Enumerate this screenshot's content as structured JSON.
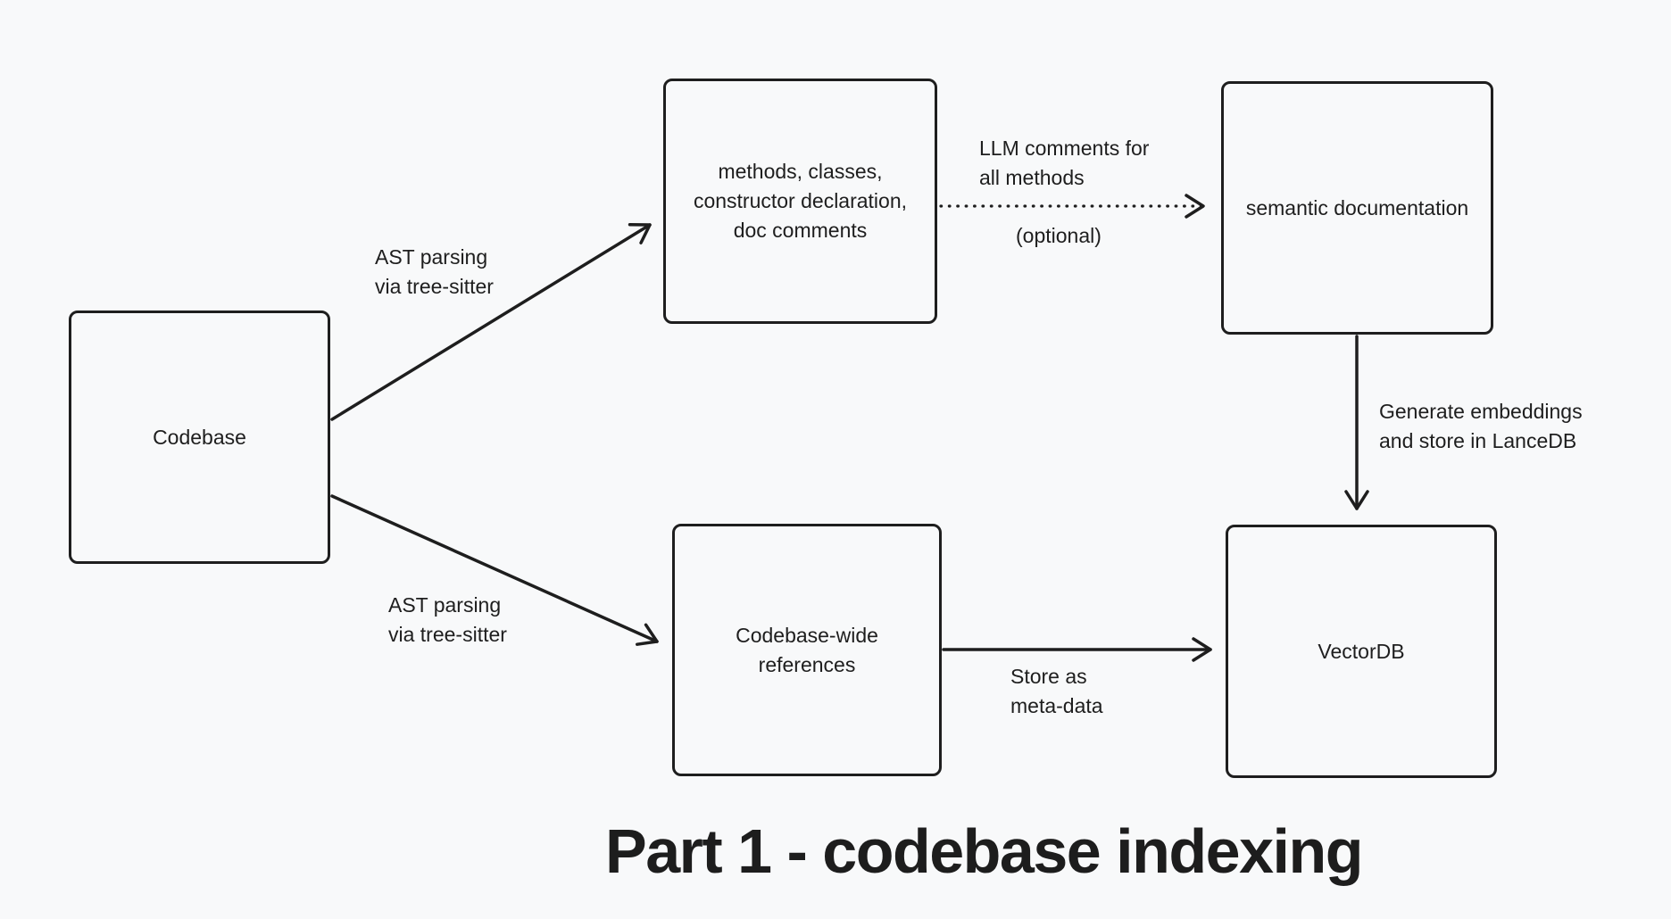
{
  "diagram": {
    "title": "Part 1 - codebase indexing",
    "colors": {
      "background": "#f8f9fa",
      "stroke": "#1e1e1e",
      "text": "#1e1e1e"
    },
    "nodes": {
      "codebase": {
        "label": "Codebase"
      },
      "extraction": {
        "label": "methods, classes,\nconstructor declaration,\ndoc comments"
      },
      "semantic": {
        "label": "semantic documentation"
      },
      "references": {
        "label": "Codebase-wide\nreferences"
      },
      "vectordb": {
        "label": "VectorDB"
      }
    },
    "edges": [
      {
        "from": "codebase",
        "to": "extraction",
        "style": "solid",
        "label": "AST parsing\nvia tree-sitter"
      },
      {
        "from": "codebase",
        "to": "references",
        "style": "solid",
        "label": "AST parsing\nvia tree-sitter"
      },
      {
        "from": "extraction",
        "to": "semantic",
        "style": "dotted",
        "label": "LLM comments for\nall methods",
        "sublabel": "(optional)"
      },
      {
        "from": "semantic",
        "to": "vectordb",
        "style": "solid",
        "label": "Generate embeddings\nand store in LanceDB"
      },
      {
        "from": "references",
        "to": "vectordb",
        "style": "solid",
        "label": "Store as\nmeta-data"
      }
    ]
  }
}
